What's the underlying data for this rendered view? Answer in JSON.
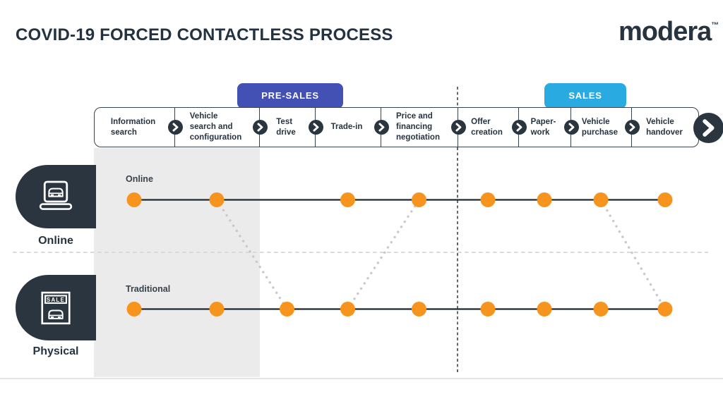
{
  "title": "COVID-19 FORCED CONTACTLESS PROCESS",
  "logo": {
    "text": "modera",
    "trademark": "™"
  },
  "phases": [
    {
      "id": "presales",
      "label": "PRE-SALES",
      "color": "#4351b4"
    },
    {
      "id": "sales",
      "label": "SALES",
      "color": "#29abe2"
    }
  ],
  "process": {
    "steps": [
      {
        "label": "Information\nsearch"
      },
      {
        "label": "Vehicle\nsearch and\nconfiguration"
      },
      {
        "label": "Test\ndrive"
      },
      {
        "label": "Trade-in"
      },
      {
        "label": "Price and\nfinancing\nnegotiation"
      },
      {
        "label": "Offer\ncreation"
      },
      {
        "label": "Paper-\nwork"
      },
      {
        "label": "Vehicle\npurchase"
      },
      {
        "label": "Vehicle\nhandover"
      }
    ]
  },
  "tracks": {
    "online": {
      "row_label": "Online",
      "caption": "Online",
      "icon": "laptop-car-icon",
      "active_steps": [
        1,
        2,
        4,
        5,
        6,
        7,
        8,
        9
      ]
    },
    "traditional": {
      "row_label": "Traditional",
      "caption": "Physical",
      "icon": "store-sale-icon",
      "icon_text": "SALE",
      "active_steps": [
        1,
        2,
        3,
        4,
        5,
        6,
        7,
        8,
        9
      ]
    }
  },
  "channel_switches": [
    {
      "from": {
        "track": "online",
        "step": 2
      },
      "to": {
        "track": "traditional",
        "step": 3
      }
    },
    {
      "from": {
        "track": "traditional",
        "step": 4
      },
      "to": {
        "track": "online",
        "step": 5
      }
    },
    {
      "from": {
        "track": "online",
        "step": 8
      },
      "to": {
        "track": "traditional",
        "step": 9
      }
    }
  ],
  "colors": {
    "dot_orange": "#f7941e",
    "dark_navy": "#2a3540",
    "bar_border": "#39434d",
    "track_line": "#1d2832",
    "switch_dotted": "#c9c9c9",
    "separator_dashed": "#dadada",
    "presales_badge": "#4351b4",
    "sales_badge": "#29abe2",
    "gray_region": "#ebebeb"
  }
}
